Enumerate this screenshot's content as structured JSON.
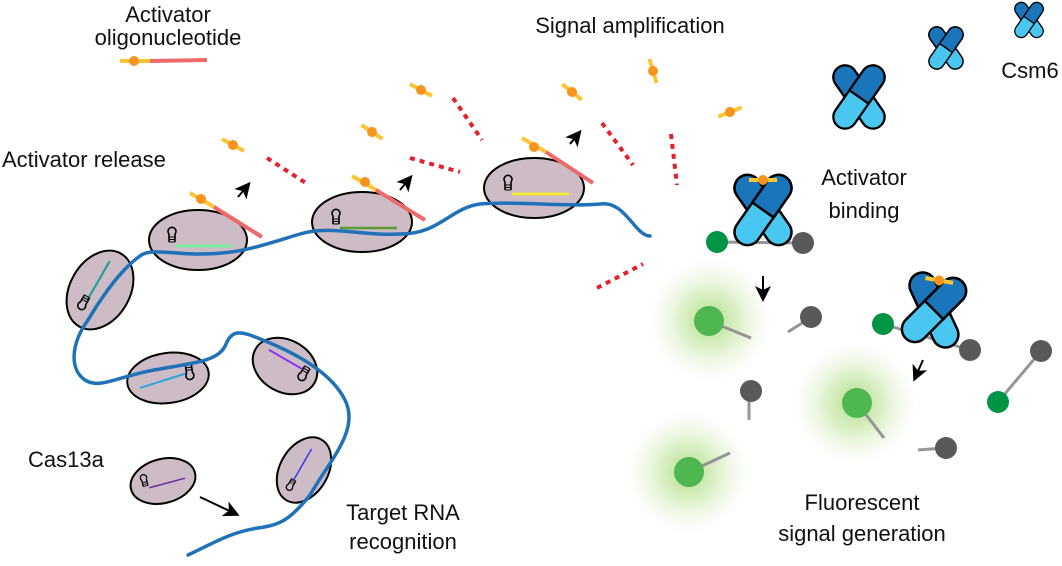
{
  "labels": {
    "activator_oligo_line1": "Activator",
    "activator_oligo_line2": "oligonucleotide",
    "signal_amplification": "Signal amplification",
    "csm6": "Csm6",
    "activator_release": "Activator release",
    "activator_binding_line1": "Activator",
    "activator_binding_line2": "binding",
    "cas13a": "Cas13a",
    "target_rna_line1": "Target RNA",
    "target_rna_line2": "recognition",
    "fluorescent_line1": "Fluorescent",
    "fluorescent_line2": "signal generation"
  },
  "colors": {
    "rna": "#1f72b8",
    "cas13a_fill": "#cdbbc6",
    "activator_cap": "#f7941d",
    "activator_stem": "#fdc436",
    "activator_rna": "#ee6a6a",
    "cleaved": "#e4202a",
    "csm6_dark": "#1b75bb",
    "csm6_light": "#4ac7f0",
    "fluor_on": "#4fb74f",
    "fluor_green": "#009444",
    "quencher": "#58595b",
    "glow": "#a7d87a"
  }
}
